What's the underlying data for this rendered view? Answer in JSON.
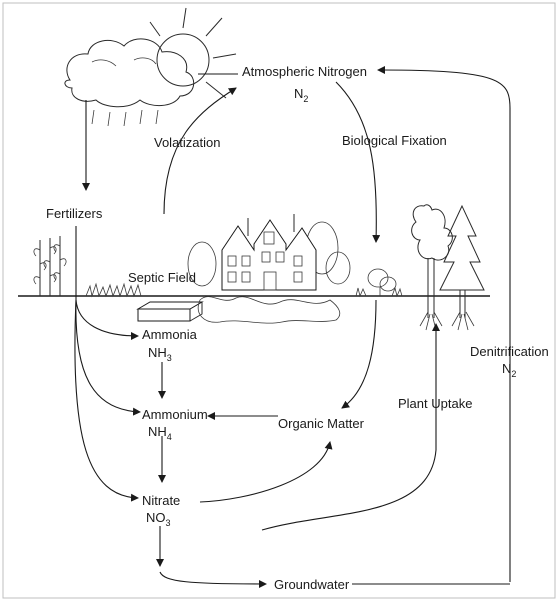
{
  "labels": {
    "atmospheric_nitrogen": "Atmospheric Nitrogen",
    "atmospheric_formula": "N",
    "atmospheric_formula_sub": "2",
    "volatization": "Volatization",
    "biological_fixation": "Biological Fixation",
    "fertilizers": "Fertilizers",
    "septic_field": "Septic Field",
    "ammonia": "Ammonia",
    "ammonia_formula": "NH",
    "ammonia_formula_sub": "3",
    "ammonium": "Ammonium",
    "ammonium_formula": "NH",
    "ammonium_formula_sub": "4",
    "organic_matter": "Organic Matter",
    "plant_uptake": "Plant Uptake",
    "denitrification": "Denitrification",
    "denitrification_formula": "N",
    "denitrification_formula_sub": "2",
    "nitrate": "Nitrate",
    "nitrate_formula": "NO",
    "nitrate_formula_sub": "3",
    "groundwater": "Groundwater"
  },
  "illustrations": [
    "sun-cloud-icon",
    "rain-icon",
    "house-icon",
    "septic-tank-icon",
    "crop-icon",
    "grass-icon",
    "shrub-icon",
    "trees-icon",
    "tree-roots-icon"
  ]
}
